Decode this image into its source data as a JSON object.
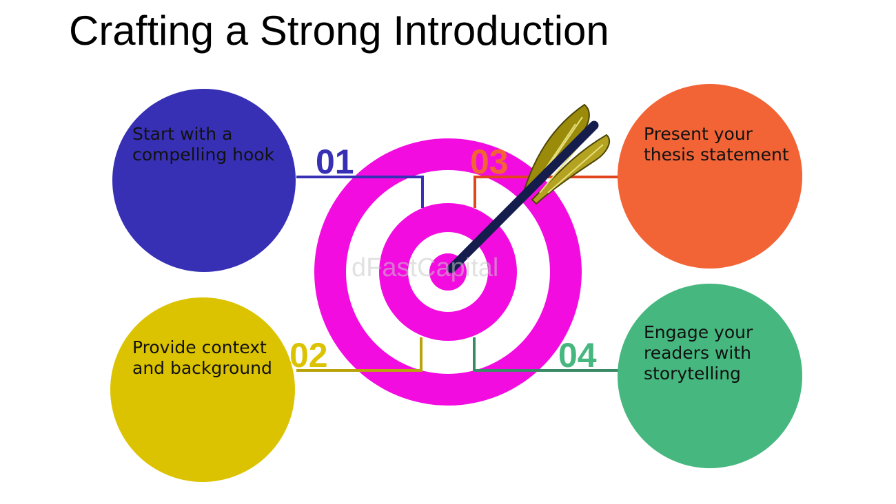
{
  "title": "Crafting a Strong Introduction",
  "watermark": "dFastCapital",
  "colors": {
    "target": "#f20ce0",
    "step1": "#3730b5",
    "step2": "#dcc301",
    "step3": "#f26336",
    "step4": "#45b77f",
    "arrow_shaft": "#151d4d",
    "arrow_fletch": "#9a8b0b"
  },
  "steps": [
    {
      "number": "01",
      "text": "Start with a compelling hook",
      "lines": [
        "Start with a",
        "compelling hook"
      ]
    },
    {
      "number": "02",
      "text": "Provide context and background",
      "lines": [
        "Provide context",
        "and background"
      ]
    },
    {
      "number": "03",
      "text": "Present your thesis statement",
      "lines": [
        "Present your",
        "thesis statement"
      ]
    },
    {
      "number": "04",
      "text": "Engage your readers with storytelling",
      "lines": [
        "Engage your",
        "readers with",
        "storytelling"
      ]
    }
  ],
  "icons": {
    "center": "target-icon",
    "pointer": "arrow-icon"
  }
}
